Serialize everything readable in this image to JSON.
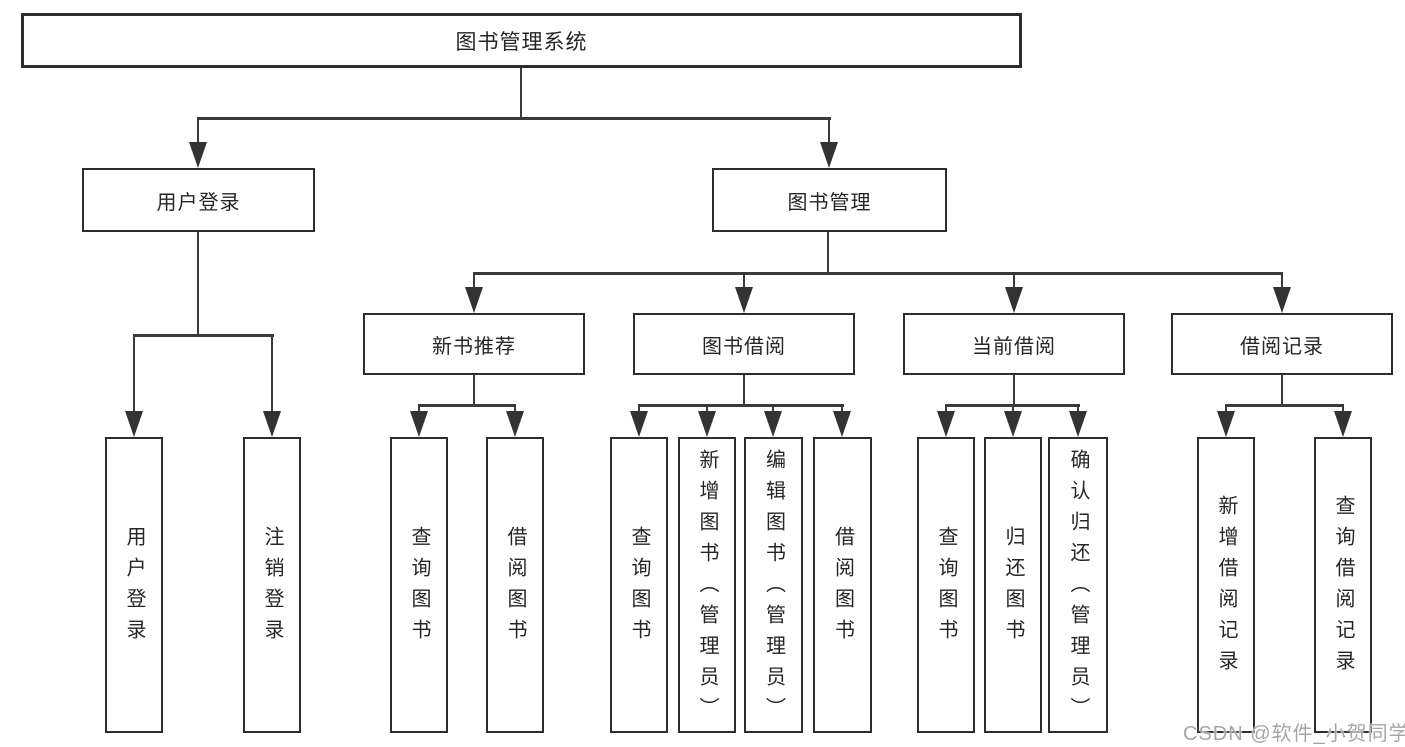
{
  "diagram": {
    "title": "图书管理系统",
    "level2": {
      "user_login": "用户登录",
      "book_mgmt": "图书管理"
    },
    "level3": {
      "new_book": "新书推荐",
      "borrow": "图书借阅",
      "current": "当前借阅",
      "records": "借阅记录"
    },
    "leaves": {
      "user_login": [
        "用户登录",
        "注销登录"
      ],
      "new_book": [
        "查询图书",
        "借阅图书"
      ],
      "borrow": [
        "查询图书",
        "新增图书（管理员）",
        "编辑图书（管理员）",
        "借阅图书"
      ],
      "current": [
        "查询图书",
        "归还图书",
        "确认归还（管理员）"
      ],
      "records": [
        "新增借阅记录",
        "查询借阅记录"
      ]
    }
  },
  "colors": {
    "line": "#3a3a3a",
    "border": "#2d2d2d",
    "text": "#262626",
    "watermark": "#a6a6a6"
  },
  "watermark": {
    "text": "CSDN @软件_小贺同学"
  }
}
